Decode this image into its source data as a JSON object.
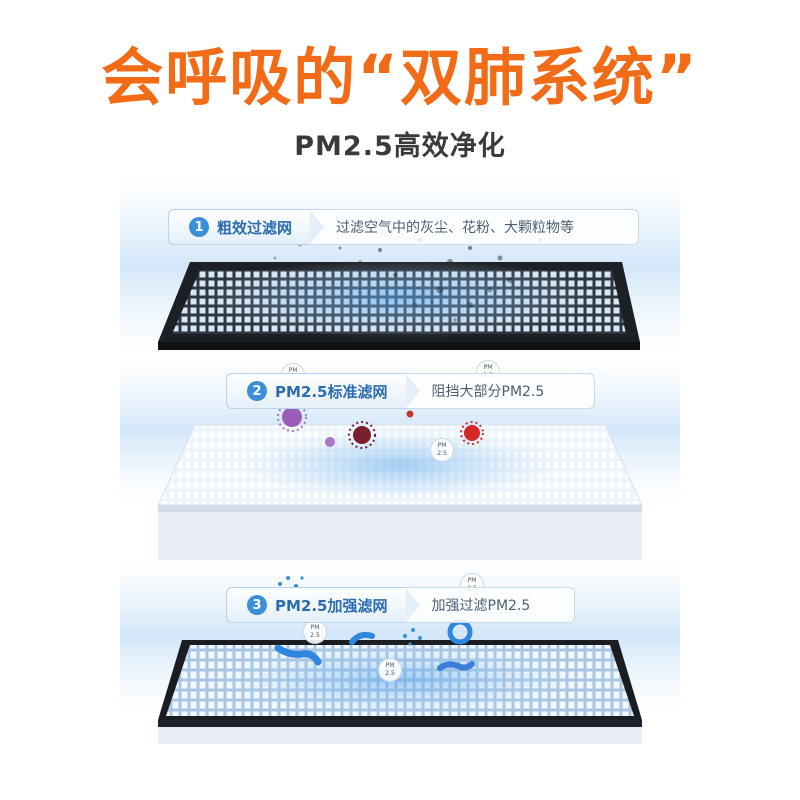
{
  "header": {
    "title": "会呼吸的“双肺系统”",
    "subtitle": "PM2.5高效净化"
  },
  "layers": [
    {
      "number": "1",
      "name": "粗效过滤网",
      "description": "过滤空气中的灰尘、花粉、大颗粒物等"
    },
    {
      "number": "2",
      "name": "PM2.5标准滤网",
      "description": "阻挡大部分PM2.5"
    },
    {
      "number": "3",
      "name": "PM2.5加强滤网",
      "description": "加强过滤PM2.5"
    }
  ],
  "particle_label": {
    "line1": "PM",
    "line2": "2.5"
  },
  "colors": {
    "title": "#f26b16",
    "accent": "#3b8ed8",
    "virus_purple": "#8e44ad",
    "virus_red": "#d62828"
  }
}
